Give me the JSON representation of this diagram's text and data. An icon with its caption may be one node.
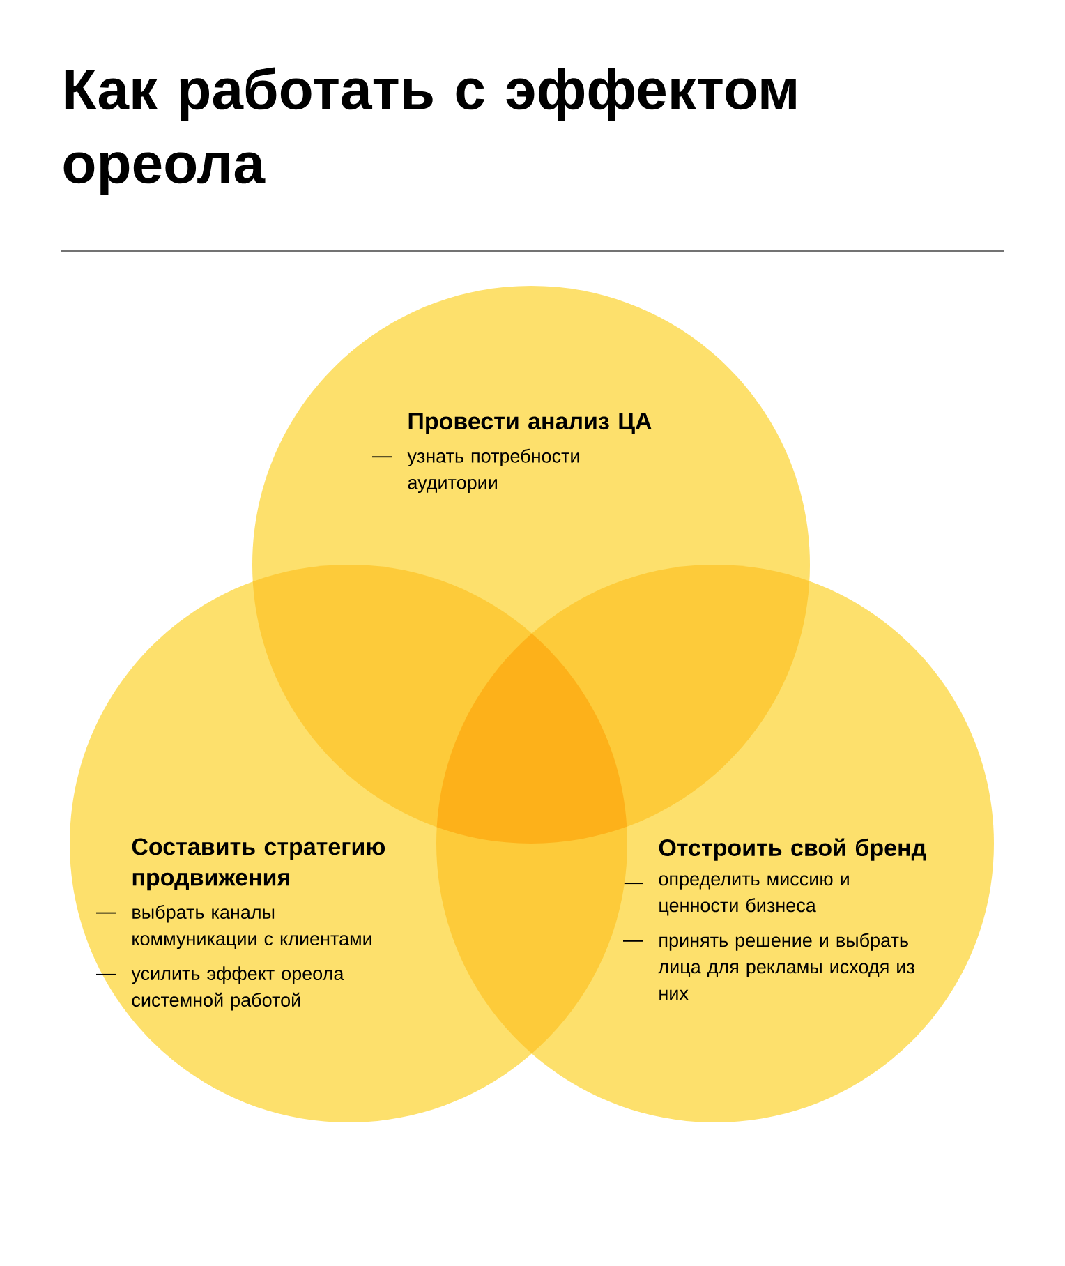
{
  "diagram": {
    "title": "Как работать с эффектом ореола",
    "nodes": [
      {
        "text": [
          "Провести анализ ЦА",
          "узнать потребности аудитории"
        ]
      },
      {
        "text": [
          "Составить стратегию продвижения",
          "выбрать каналы коммуникации с клиентами",
          "усилить эффект ореола системной работой"
        ]
      },
      {
        "text": [
          "Отстроить свой бренд",
          "определить миссию и ценности бизнеса",
          "принять решение и выбрать лица для рекламы исходя из них"
        ]
      }
    ]
  }
}
